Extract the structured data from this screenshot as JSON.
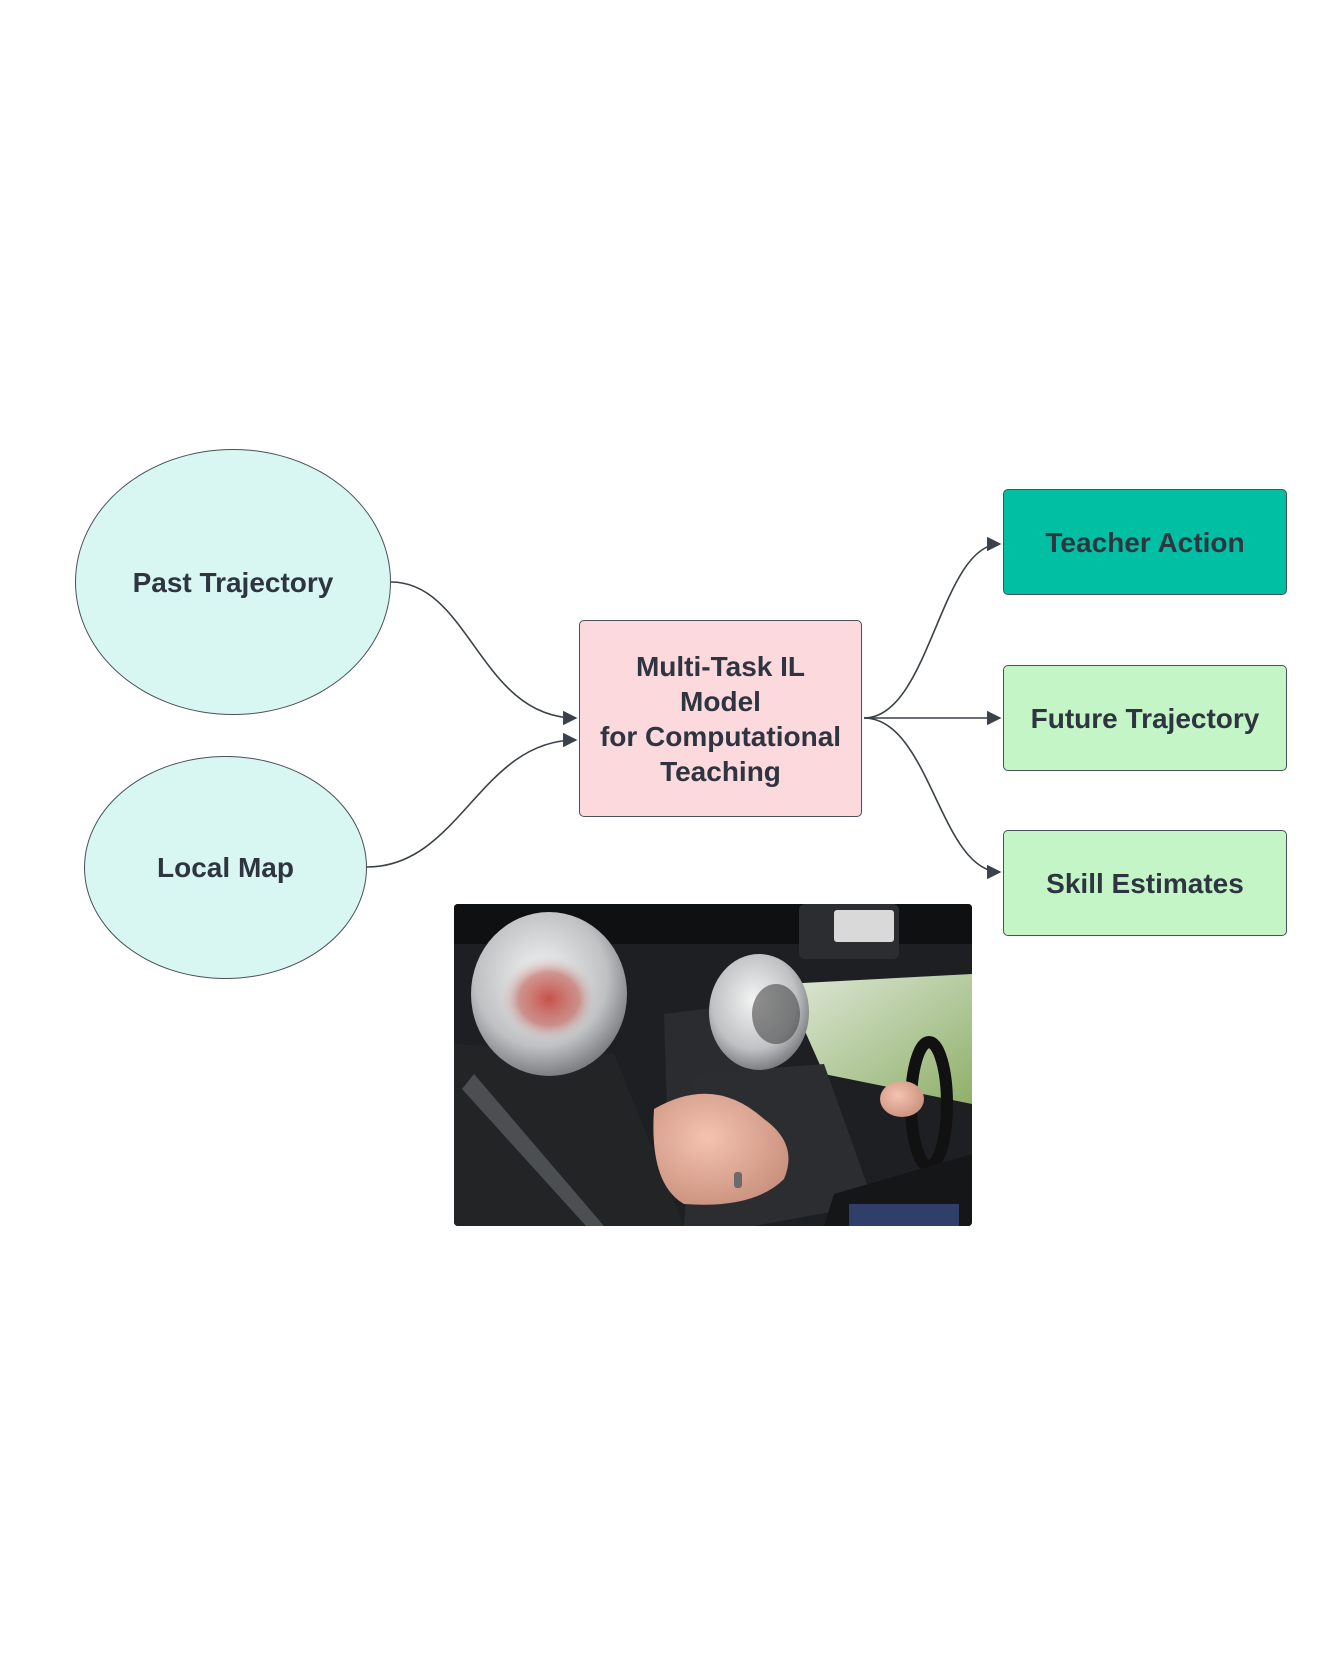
{
  "diagram": {
    "inputs": [
      {
        "id": "past-trajectory",
        "label": "Past Trajectory"
      },
      {
        "id": "local-map",
        "label": "Local Map"
      }
    ],
    "model": {
      "line1": "Multi-Task IL Model",
      "line2": "for Computational",
      "line3": "Teaching"
    },
    "outputs": [
      {
        "id": "teacher-action",
        "label": "Teacher Action"
      },
      {
        "id": "future-trajectory",
        "label": "Future Trajectory"
      },
      {
        "id": "skill-estimates",
        "label": "Skill Estimates"
      }
    ],
    "edges": [
      {
        "from": "past-trajectory",
        "to": "model"
      },
      {
        "from": "local-map",
        "to": "model"
      },
      {
        "from": "model",
        "to": "teacher-action"
      },
      {
        "from": "model",
        "to": "future-trajectory"
      },
      {
        "from": "model",
        "to": "skill-estimates"
      }
    ]
  },
  "photo": {
    "subject": "in-car view of driving instructor and student wearing helmets"
  },
  "colors": {
    "input_fill": "#d8f7f2",
    "model_fill": "#fcd9dc",
    "teacher_action_fill": "#00bfa3",
    "output_fill": "#c4f5c7",
    "line": "#3b4148"
  }
}
